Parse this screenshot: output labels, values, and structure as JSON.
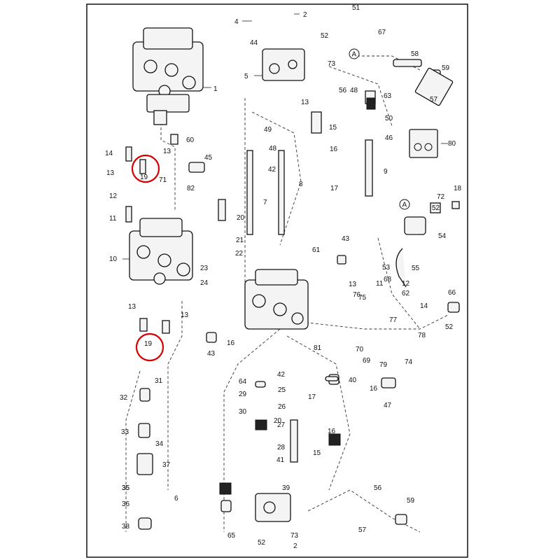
{
  "figure": {
    "highlight_color": "#d40000",
    "frame_color": "#111111"
  },
  "callouts": [
    "1",
    "2",
    "4",
    "5",
    "6",
    "7",
    "8",
    "9",
    "10",
    "11",
    "12",
    "13",
    "14",
    "15",
    "16",
    "17",
    "19",
    "20",
    "21",
    "22",
    "23",
    "24",
    "25",
    "26",
    "27",
    "28",
    "29",
    "30",
    "31",
    "32",
    "33",
    "34",
    "35",
    "36",
    "37",
    "38",
    "39",
    "40",
    "41",
    "42",
    "43",
    "44",
    "45",
    "46",
    "47",
    "48",
    "49",
    "50",
    "51",
    "52",
    "53",
    "54",
    "55",
    "56",
    "57",
    "58",
    "59",
    "60",
    "61",
    "62",
    "63",
    "64",
    "65",
    "66",
    "67",
    "68",
    "69",
    "70",
    "71",
    "72",
    "73",
    "74",
    "75",
    "76",
    "77",
    "78",
    "79",
    "80",
    "81",
    "82"
  ],
  "highlighted_callouts": [
    "19"
  ],
  "markers": [
    "A"
  ]
}
